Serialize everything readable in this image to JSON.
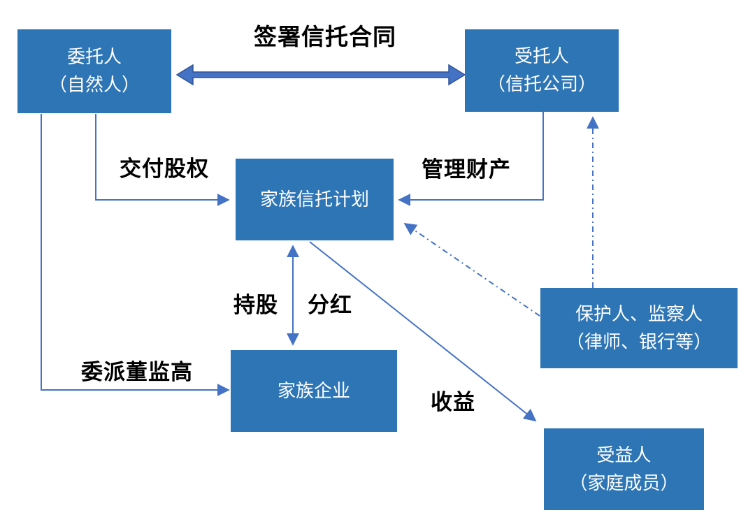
{
  "diagram": {
    "nodes": {
      "settlor": {
        "line1": "委托人",
        "line2": "（自然人）"
      },
      "trustee": {
        "line1": "受托人",
        "line2": "（信托公司）"
      },
      "trust_plan": {
        "line1": "家族信托计划"
      },
      "family_business": {
        "line1": "家族企业"
      },
      "protector": {
        "line1": "保护人、监察人",
        "line2": "（律师、银行等）"
      },
      "beneficiary": {
        "line1": "受益人",
        "line2": "（家庭成员）"
      }
    },
    "edge_labels": {
      "sign_contract": "签署信托合同",
      "deliver_equity": "交付股权",
      "manage_property": "管理财产",
      "hold_shares": "持股",
      "dividends": "分红",
      "appoint_executives": "委派董监高",
      "income": "收益"
    },
    "colors": {
      "node_fill": "#2E75B6",
      "node_text": "#FFFFFF",
      "arrow": "#4472C4",
      "thick_arrow_fill": "#4472C4",
      "thick_arrow_border": "#2F5597",
      "label_text": "#000000",
      "background": "#FFFFFF"
    }
  }
}
